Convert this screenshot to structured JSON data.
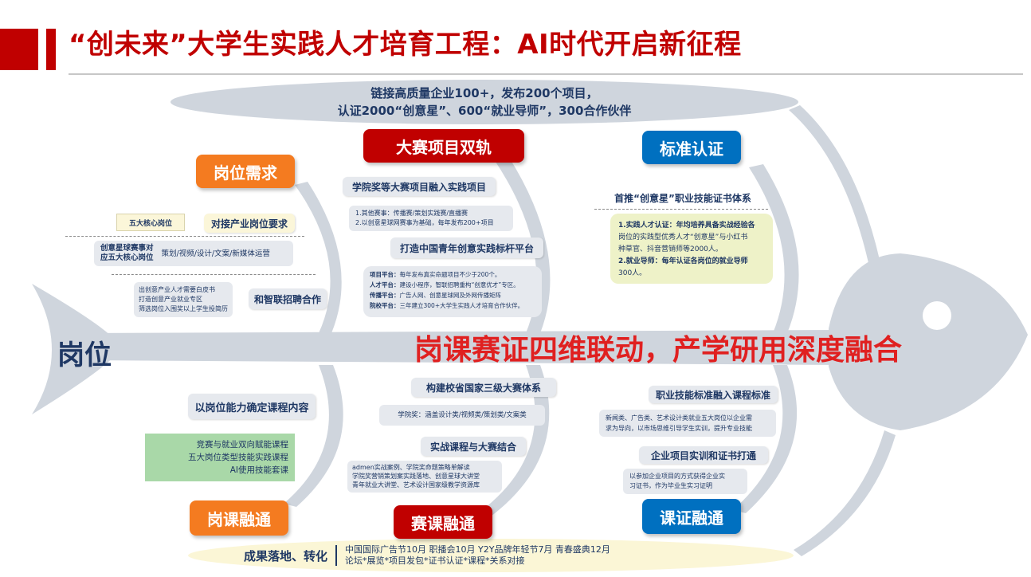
{
  "header": {
    "title": "“创未来”大学生实践人才培育工程：AI时代开启新征程"
  },
  "summary": {
    "line1": "链接高质量企业100+，发布200个项目，",
    "line2": "认证2000“创意星”、600“就业导师”，300合作伙伴"
  },
  "spine": {
    "head_text": "岗课赛证四维联动，产学研用深度融合",
    "tail_text": "岗位"
  },
  "badges": {
    "job_demand": "岗位需求",
    "contest_dual": "大赛项目双轨",
    "standard_cert": "标准认证",
    "job_course": "岗课融通",
    "contest_course": "赛课融通",
    "course_cert": "课证融通"
  },
  "job_demand": {
    "tag": "五大核心岗位",
    "industry_pill": "对接产业岗位要求",
    "contest_label_line1": "创意星球赛事对",
    "contest_label_line2": "应五大核心岗位",
    "roles": "策划/视频/设计/文案/新媒体运营",
    "recruit_note_line1": "出创意产业人才需要白皮书",
    "recruit_note_line2": "打造创意产业就业专区",
    "recruit_note_line3": "筛选岗位入围奖以上学生投简历",
    "recruit_pill": "和智联招聘合作"
  },
  "contest_dual": {
    "pill1": "学院奖等大赛项目融入实践项目",
    "note1_line1": "1.其他赛事：传播赛/策划实践赛/直播赛",
    "note1_line2": "2.以创意星球网赛事为基础，每年发布200+项目",
    "pill2": "打造中国青年创意实践标杆平台",
    "platform_lines": [
      {
        "key": "项目平台：",
        "text": "每年发布真实命题项目不少于200个。"
      },
      {
        "key": "人才平台：",
        "text": "建设小程序，智联招聘重构“创意优才”专区。"
      },
      {
        "key": "传播平台：",
        "text": "广告人网、创意星球网及外网传播矩阵"
      },
      {
        "key": "院校平台：",
        "text": "三年建立300+大学生实践人才培育合作伙伴。"
      }
    ]
  },
  "standard_cert": {
    "pill": "首推“创意星”职业技能证书体系",
    "note_line1": "1.实践人才认证：年均培养具备实战经验各",
    "note_line2": "岗位的实践型优秀人才“创意星”与小红书",
    "note_line3": "种草官、抖音营销师等2000人。",
    "note_line4": "2.就业导师：每年认证各岗位的就业导师",
    "note_line5": "300人。"
  },
  "job_course": {
    "pill": "以岗位能力确定课程内容",
    "green_line1": "竞赛与就业双向赋能课程",
    "green_line2": "五大岗位类型技能实践课程",
    "green_line3": "AI使用技能套课"
  },
  "contest_course": {
    "pill1": "构建校省国家三级大赛体系",
    "note1": "学院奖：涵盖设计类/视频类/策划类/文案类",
    "pill2": "实战课程与大赛结合",
    "note2_line1": "admen实战案例、学院奖命题策略单解读",
    "note2_line2": "学院奖营销策划案实践落地、创意星球大讲堂",
    "note2_line3": "青年就业大讲堂、艺术设计国家级教学资源库"
  },
  "course_cert": {
    "pill1": "职业技能标准融入课程标准",
    "note1_line1": "新闻类、广告类、艺术设计类就业五大岗位以企业需",
    "note1_line2": "求为导向，以市场思维引导学生实训，提升专业技能",
    "pill2": "企业项目实训和证书打通",
    "note2_line1": "以参加企业项目的方式获得企业实",
    "note2_line2": "习证书，作为毕业生实习证明"
  },
  "outcome": {
    "label": "成果落地、转化",
    "line1": "中国国际广告节10月    职播会10月    Y2Y品牌年轻节7月    青春盛典12月",
    "line2": "论坛*展览*项目发包*证书认证*课程*关系对接"
  },
  "colors": {
    "brand_red": "#c00000",
    "accent_orange": "#f47b20",
    "accent_blue": "#0070c0",
    "spine_gray": "#cfd5dd",
    "navy_text": "#1f3864"
  }
}
